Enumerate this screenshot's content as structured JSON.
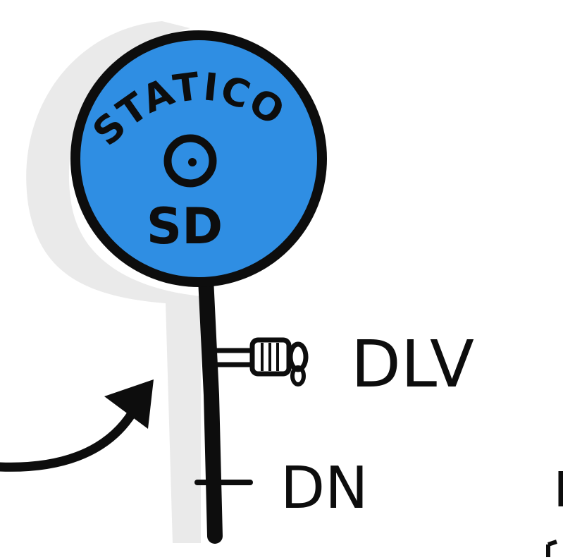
{
  "sign": {
    "top_text": "STATICO",
    "bottom_text": "SD",
    "fill_color": "#2f8ee3",
    "outline_color": "#0d0d0d"
  },
  "labels": {
    "dlv": "DLV",
    "dn": "DN"
  },
  "colors": {
    "ink": "#0d0d0d",
    "shadow": "#e3e3e3",
    "background": "#ffffff"
  },
  "icons": {
    "pointer": "curved-arrow-icon",
    "target": "bullseye-icon"
  }
}
